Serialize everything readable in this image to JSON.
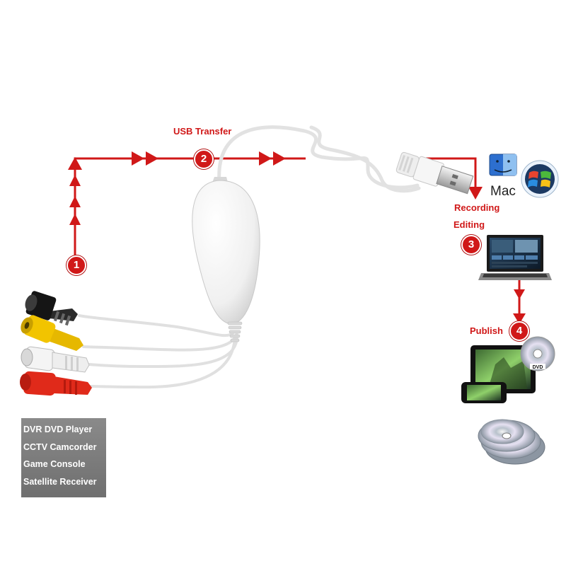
{
  "steps": {
    "s1": "1",
    "s2": "2",
    "s3": "3",
    "s4": "4"
  },
  "labels": {
    "usb_transfer": "USB Transfer",
    "recording": "Recording",
    "editing": "Editing",
    "publish": "Publish",
    "mac": "Mac"
  },
  "sources": [
    "DVR DVD Player",
    "CCTV Camcorder",
    "Game Console",
    "Satellite Receiver"
  ],
  "colors": {
    "flow_red": "#d01818",
    "connector_yellow": "#f2c400",
    "connector_red": "#e02a1a",
    "connector_white": "#f4f4f4",
    "connector_black": "#151515",
    "source_box": "#7a7a7a"
  }
}
